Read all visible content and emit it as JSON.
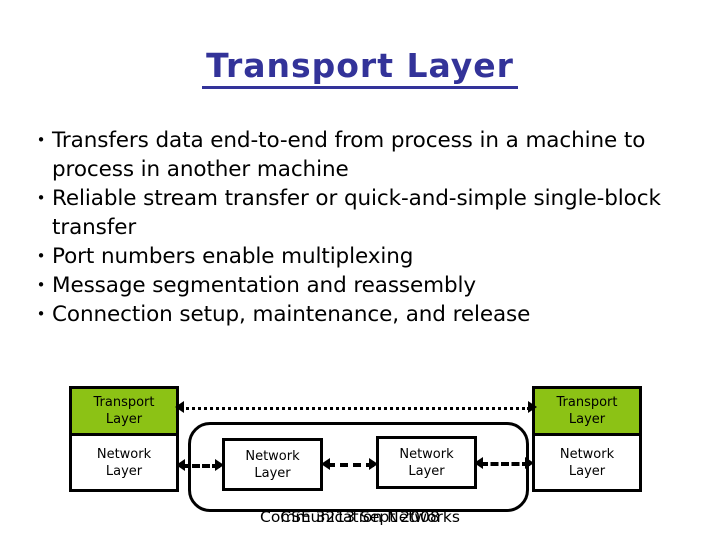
{
  "slide": {
    "title": "Transport Layer",
    "title_color": "#333399",
    "background": "#ffffff",
    "bullets": [
      "Transfers data end-to-end from process in a machine to process in another machine",
      "Reliable stream transfer or quick-and-simple single-block transfer",
      "Port numbers enable multiplexing",
      "Message segmentation and reassembly",
      "Connection setup, maintenance, and release"
    ],
    "bullet_marker": "•"
  },
  "diagram": {
    "accent_color": "#8CC215",
    "border_color": "#000000",
    "hosts": [
      {
        "side": "left",
        "transport_label_line1": "Transport",
        "transport_label_line2": "Layer",
        "network_label_line1": "Network",
        "network_label_line2": "Layer"
      },
      {
        "side": "right",
        "transport_label_line1": "Transport",
        "transport_label_line2": "Layer",
        "network_label_line1": "Network",
        "network_label_line2": "Layer"
      }
    ],
    "network_nodes": [
      {
        "label_line1": "Network",
        "label_line2": "Layer"
      },
      {
        "label_line1": "Network",
        "label_line2": "Layer"
      }
    ]
  },
  "footer": {
    "line_a": "Communication Networks",
    "line_b": "CSE 3213  Sept 2008"
  }
}
